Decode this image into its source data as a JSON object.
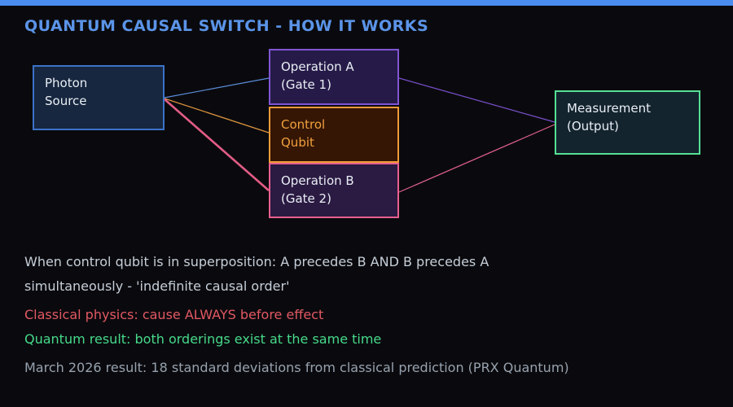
{
  "page": {
    "background": "#0a0a0e",
    "accent_bar_color": "#4a8cf0",
    "title": "QUANTUM CAUSAL SWITCH - HOW IT WORKS",
    "title_color": "#5b94e8"
  },
  "diagram": {
    "nodes": {
      "photon_source": {
        "line1": "Photon",
        "line2": "Source",
        "border_color": "#3c72c8",
        "fill_color": "#17273f",
        "text_color": "#e9eef5"
      },
      "operation_a": {
        "line1": "Operation A",
        "line2": "(Gate 1)",
        "border_color": "#8055d4",
        "fill_color": "#261b48",
        "text_color": "#e9eef5"
      },
      "control_qubit": {
        "line1": "Control",
        "line2": "Qubit",
        "border_color": "#f09a38",
        "fill_color": "#351605",
        "text_color": "#f0a03c"
      },
      "operation_b": {
        "line1": "Operation B",
        "line2": "(Gate 2)",
        "border_color": "#e8608f",
        "fill_color": "#2b1a42",
        "text_color": "#e9eef5"
      },
      "measurement": {
        "line1": "Measurement",
        "line2": "(Output)",
        "border_color": "#55e095",
        "fill_color": "#14242e",
        "text_color": "#e9eef5"
      }
    },
    "edges": {
      "source_to_opa_color": "#5b8bd8",
      "source_to_control_color": "#e0963f",
      "source_to_opb_color": "#e25c86",
      "opa_to_measurement_color": "#7a50cc",
      "opb_to_measurement_color": "#e2608c"
    }
  },
  "notes": [
    {
      "text": "When control qubit is in superposition: A precedes B AND B precedes A",
      "color": "#c6ced8"
    },
    {
      "text": "simultaneously - 'indefinite causal order'",
      "color": "#c6ced8"
    },
    {
      "text": "Classical physics: cause ALWAYS before effect",
      "color": "#e25862"
    },
    {
      "text": "Quantum result: both orderings exist at the same time",
      "color": "#46d98a"
    },
    {
      "text": "March 2026 result: 18 standard deviations from classical prediction (PRX Quantum)",
      "color": "#97a2ae"
    }
  ]
}
